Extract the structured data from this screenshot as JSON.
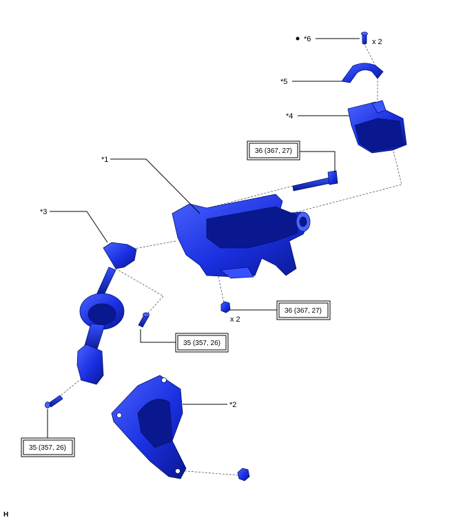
{
  "labels": {
    "part1": "*1",
    "part2": "*2",
    "part3": "*3",
    "part4": "*4",
    "part5": "*5",
    "part6": "*6",
    "qty_top": "x 2",
    "qty_middle": "x 2"
  },
  "torque": {
    "bolt_long": "36 (367, 27)",
    "nut_x2": "36 (367, 27)",
    "bolt_mid": "35 (357, 26)",
    "bolt_lower": "35 (357, 26)"
  },
  "corner_letter": "H",
  "colors": {
    "part_fill": "#1a2fe0",
    "part_dark": "#0a1890",
    "part_light": "#4a63ff",
    "lines": "#000000"
  }
}
